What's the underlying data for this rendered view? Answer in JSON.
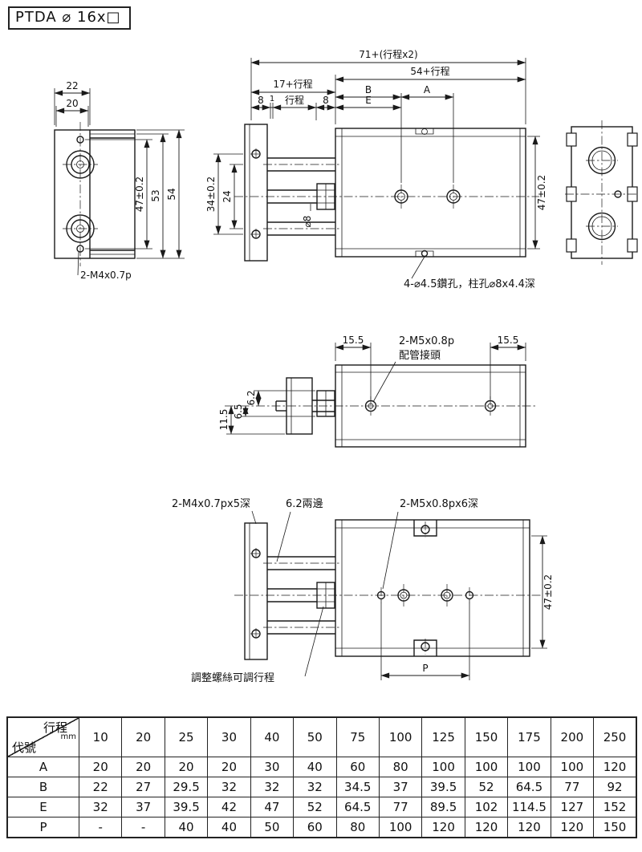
{
  "title": "PTDA  ⌀ 16x□",
  "front_view": {
    "dim_width_outer": "22",
    "dim_width_inner": "20",
    "dim_height_holes": "47±0.2",
    "dim_height_mid": "53",
    "dim_height_outer": "54",
    "note_thread": "2-M4x0.7p"
  },
  "side_view": {
    "dim_total_length": "71+(行程x2)",
    "dim_body_length": "54+行程",
    "dim_rod_length": "17+行程",
    "dim_b": "B",
    "dim_a": "A",
    "dim_seg8_left": "8",
    "dim_seg1": "1",
    "dim_stroke": "行程",
    "dim_seg8_right": "8",
    "dim_e": "E",
    "dim_34": "34±0.2",
    "dim_24": "24",
    "dim_rod_dia": "⌀8",
    "dim_47": "47±0.2",
    "note_drill": "4-⌀4.5鑽孔，柱孔⌀8x4.4深"
  },
  "top_view": {
    "dim_port_left": "15.5",
    "dim_port_right": "15.5",
    "note_port_thread": "2-M5x0.8p",
    "note_port_name": "配管接頭",
    "dim_6_2": "6.2",
    "dim_6_5": "6.5",
    "dim_11_5": "11.5"
  },
  "bottom_view": {
    "note_m4": "2-M4x0.7px5深",
    "note_both_sides": "6.2兩邊",
    "note_m5": "2-M5x0.8px6深",
    "dim_47": "47±0.2",
    "dim_p": "P",
    "note_adjust": "調整螺絲可調行程"
  },
  "table": {
    "corner_top": "行程",
    "corner_unit": "mm",
    "corner_bottom": "代號",
    "strokes": [
      "10",
      "20",
      "25",
      "30",
      "40",
      "50",
      "75",
      "100",
      "125",
      "150",
      "175",
      "200",
      "250"
    ],
    "rows": [
      {
        "label": "A",
        "values": [
          "20",
          "20",
          "20",
          "20",
          "30",
          "40",
          "60",
          "80",
          "100",
          "100",
          "100",
          "100",
          "120"
        ]
      },
      {
        "label": "B",
        "values": [
          "22",
          "27",
          "29.5",
          "32",
          "32",
          "32",
          "34.5",
          "37",
          "39.5",
          "52",
          "64.5",
          "77",
          "92"
        ]
      },
      {
        "label": "E",
        "values": [
          "32",
          "37",
          "39.5",
          "42",
          "47",
          "52",
          "64.5",
          "77",
          "89.5",
          "102",
          "114.5",
          "127",
          "152"
        ]
      },
      {
        "label": "P",
        "values": [
          "-",
          "-",
          "40",
          "40",
          "50",
          "60",
          "80",
          "100",
          "120",
          "120",
          "120",
          "120",
          "150"
        ]
      }
    ]
  }
}
